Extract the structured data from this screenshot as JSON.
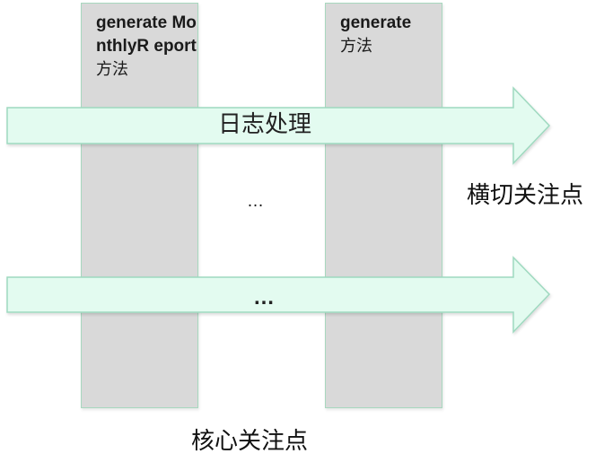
{
  "columns": [
    {
      "title": "generate MonthlyR eport",
      "title_cn": "方法"
    },
    {
      "title": "generate ",
      "title_cn": "方法"
    }
  ],
  "arrows": [
    {
      "label": "日志处理"
    },
    {
      "label": "…"
    }
  ],
  "middle_ellipsis": "…",
  "crosscutting_label": "横切关注点",
  "core_label": "核心关注点",
  "colors": {
    "column_fill": "#d9d9d9",
    "arrow_fill": "#e3fbf0",
    "arrow_stroke": "#9ed9bf"
  }
}
